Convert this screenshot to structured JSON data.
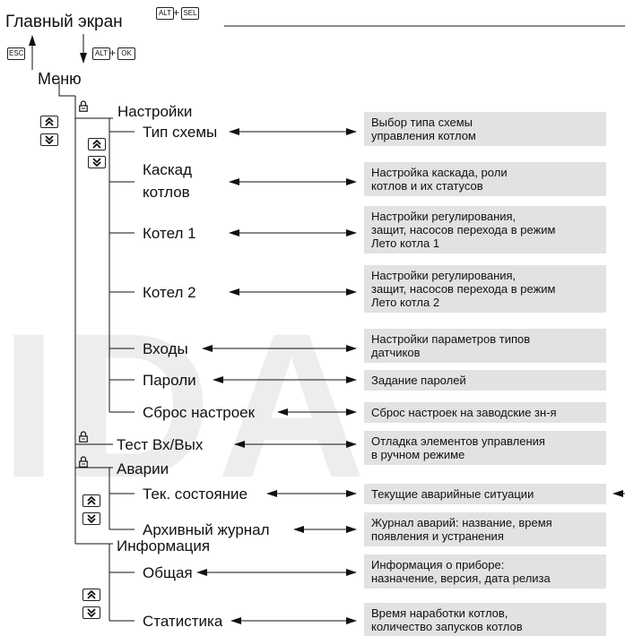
{
  "header": {
    "main_screen": "Главный экран",
    "menu": "Меню",
    "key_alt": "ALT",
    "key_sel": "SEL",
    "key_esc": "ESC",
    "key_ok": "OK",
    "plus": "+"
  },
  "sections": {
    "settings": "Настройки",
    "test": "Тест Вх/Вых",
    "alarms": "Аварии",
    "info": "Информация"
  },
  "items": {
    "scheme_type": "Тип схемы",
    "cascade_line1": "Каскад",
    "cascade_line2": "котлов",
    "boiler1": "Котел 1",
    "boiler2": "Котел 2",
    "inputs": "Входы",
    "passwords": "Пароли",
    "reset": "Сброс настроек",
    "current_state": "Тек. состояние",
    "archive_log": "Архивный журнал",
    "general": "Общая",
    "statistics": "Статистика"
  },
  "descriptions": {
    "scheme_type": [
      "Выбор типа схемы",
      "управления котлом"
    ],
    "cascade": [
      "Настройка каскада, роли",
      "котлов и их статусов"
    ],
    "boiler1": [
      "Настройки регулирования,",
      "защит, насосов перехода в режим",
      "Лето котла 1"
    ],
    "boiler2": [
      "Настройки регулирования,",
      "защит, насосов перехода в режим",
      "Лето котла 2"
    ],
    "inputs": [
      "Настройки параметров типов",
      "датчиков"
    ],
    "passwords": [
      "Задание паролей"
    ],
    "reset": [
      "Сброс настроек на заводские зн-я"
    ],
    "test": [
      "Отладка элементов управления",
      "в ручном режиме"
    ],
    "current_state": [
      "Текущие аварийные ситуации"
    ],
    "archive_log": [
      "Журнал аварий: название, время",
      "появления и устранения"
    ],
    "general": [
      "Информация о приборе:",
      "назначение, версия, дата релиза"
    ],
    "statistics": [
      "Время наработки котлов,",
      "количество запусков котлов"
    ]
  },
  "watermark": "IDA"
}
